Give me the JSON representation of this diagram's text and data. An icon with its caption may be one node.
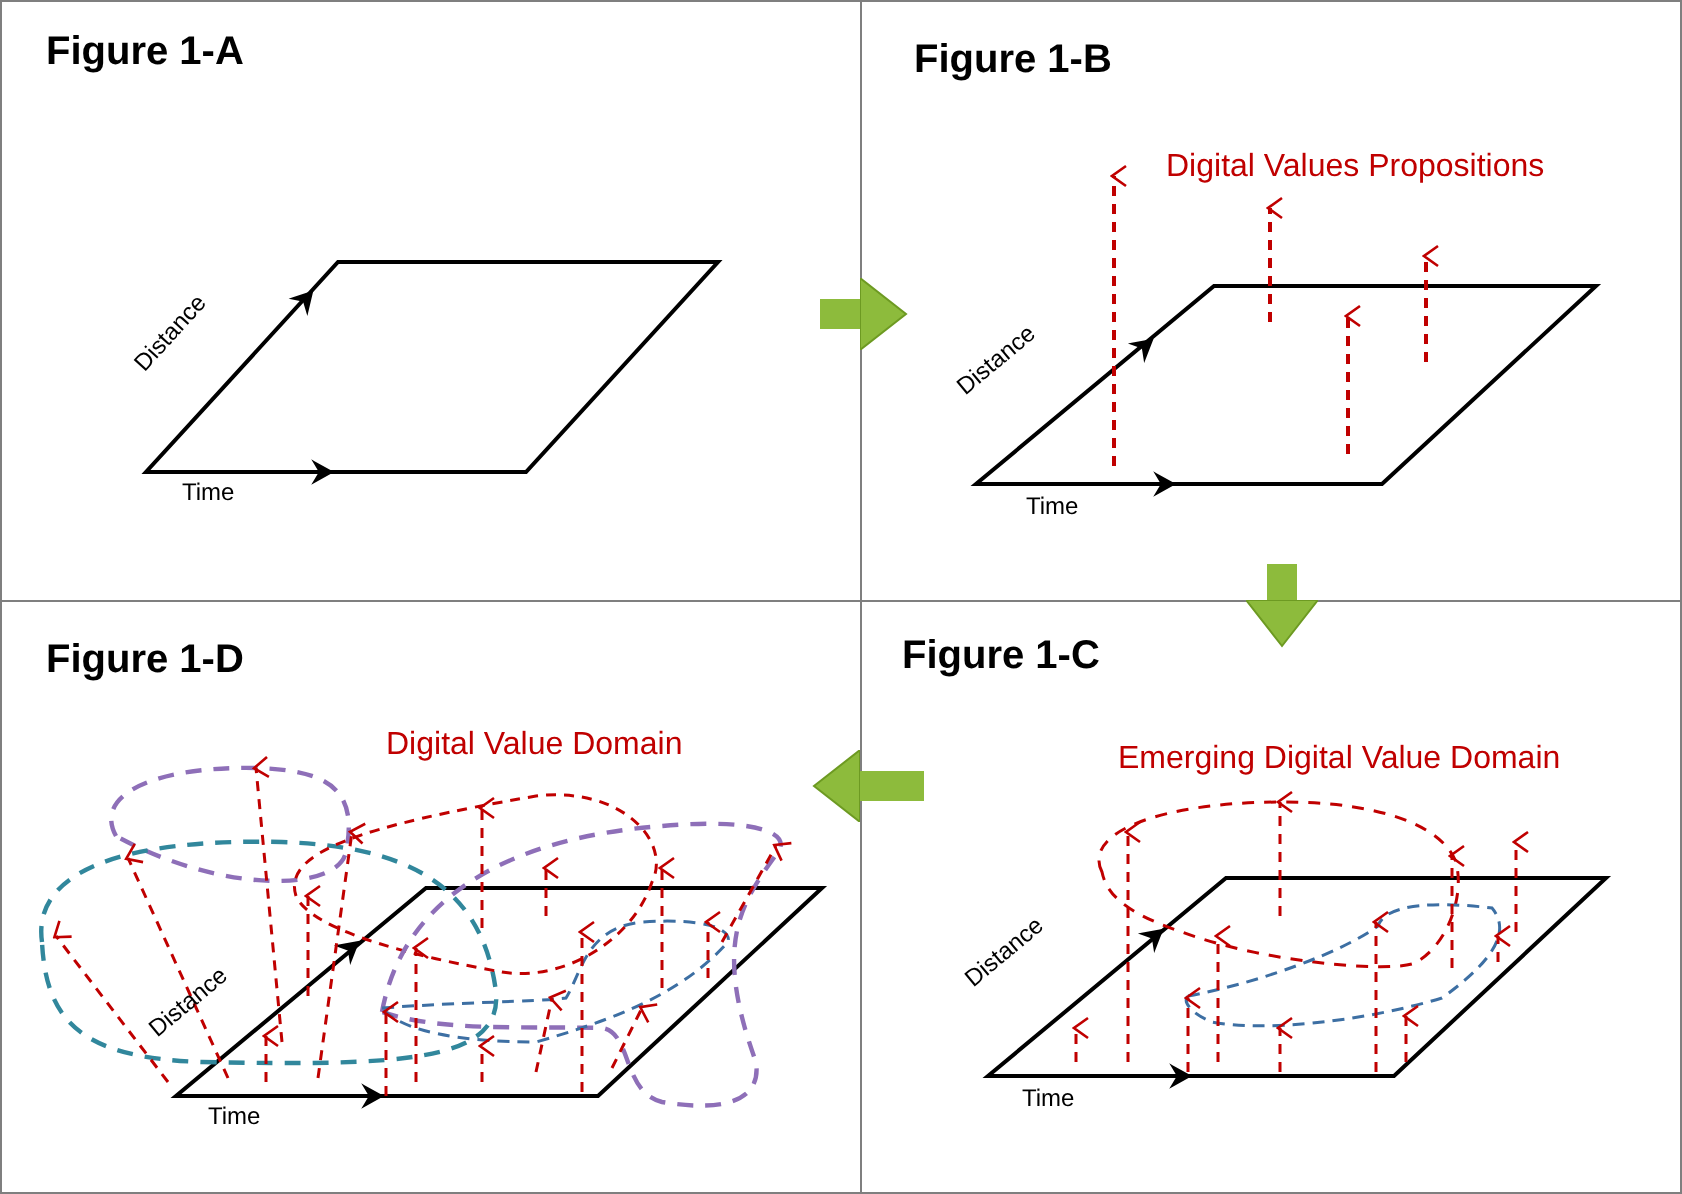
{
  "diagram": {
    "nodes": [
      {
        "text": [
          "Figure 1-A",
          "Distance",
          "Time"
        ]
      },
      {
        "text": [
          "Figure 1-B",
          "Digital Values Propositions",
          "Distance",
          "Time"
        ]
      },
      {
        "text": [
          "Figure 1-D",
          "Digital Value Domain",
          "Distance",
          "Time"
        ]
      },
      {
        "text": [
          "Figure 1-C",
          "Emerging Digital Value Domain",
          "Distance",
          "Time"
        ]
      }
    ],
    "edges": [
      {
        "from": 0,
        "to": 1,
        "arrow": "to"
      },
      {
        "from": 1,
        "to": 3,
        "arrow": "to"
      },
      {
        "from": 3,
        "to": 2,
        "arrow": "to"
      }
    ]
  }
}
